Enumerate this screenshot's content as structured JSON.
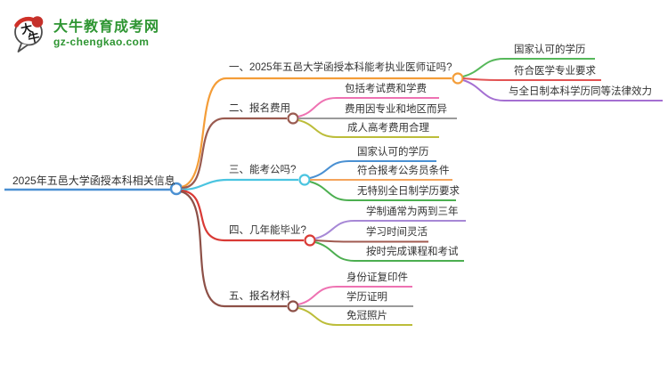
{
  "logo": {
    "title": "大牛教育成考网",
    "domain": "gz-chengkao.com",
    "brand_color": "#2e9532",
    "icon_char1": "大",
    "icon_char2": "牛"
  },
  "root": {
    "label": "2025年五邑大学函授本科相关信息",
    "color": "#4a90d2"
  },
  "branches": [
    {
      "label": "一、2025年五邑大学函授本科能考执业医师证吗?",
      "color": "#f49d38",
      "children": [
        {
          "label": "国家认可的学历",
          "color": "#56b85a"
        },
        {
          "label": "符合医学专业要求",
          "color": "#e25353"
        },
        {
          "label": "与全日制本科学历同等法律效力",
          "color": "#a46fd2"
        }
      ]
    },
    {
      "label": "二、报名费用",
      "color": "#9a5b50",
      "children": [
        {
          "label": "包括考试费和学费",
          "color": "#ee72b2"
        },
        {
          "label": "费用因专业和地区而异",
          "color": "#9a9a9a"
        },
        {
          "label": "成人高考费用合理",
          "color": "#bcbd3a"
        }
      ]
    },
    {
      "label": "三、能考公吗?",
      "color": "#4ac4e0",
      "children": [
        {
          "label": "国家认可的学历",
          "color": "#4a90d2"
        },
        {
          "label": "符合报考公务员条件",
          "color": "#f4a45c"
        },
        {
          "label": "无特别全日制学历要求",
          "color": "#4caf50"
        }
      ]
    },
    {
      "label": "四、几年能毕业?",
      "color": "#d93a35",
      "children": [
        {
          "label": "学制通常为两到三年",
          "color": "#a788d6"
        },
        {
          "label": "学习时间灵活",
          "color": "#a05a50"
        },
        {
          "label": "按时完成课程和考试",
          "color": "#4cae50"
        }
      ]
    },
    {
      "label": "五、报名材料",
      "color": "#8d5047",
      "children": [
        {
          "label": "身份证复印件",
          "color": "#ee72b2"
        },
        {
          "label": "学历证明",
          "color": "#9a9a9a"
        },
        {
          "label": "免冠照片",
          "color": "#bcbd3a"
        }
      ]
    }
  ]
}
